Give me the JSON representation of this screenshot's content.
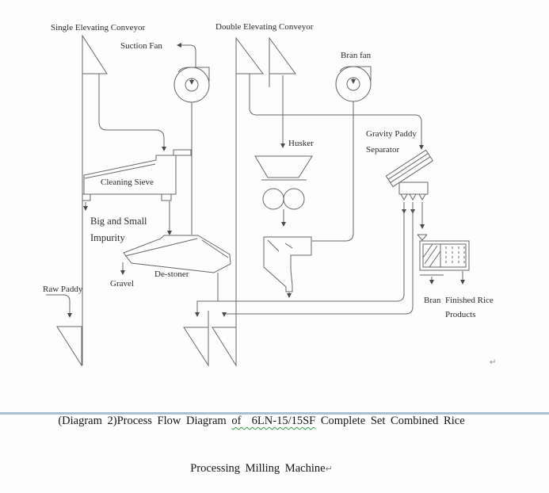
{
  "diagram": {
    "labels": {
      "single_conveyor": "Single Elevating Conveyor",
      "suction_fan": "Suction Fan",
      "double_conveyor": "Double Elevating Conveyor",
      "bran_fan": "Bran fan",
      "gravity_paddy_line1": "Gravity Paddy",
      "gravity_paddy_line2": "Separator",
      "cleaning_sieve": "Cleaning Sieve",
      "impurity_line1": "Big and Small",
      "impurity_line2": "Impurity",
      "raw_paddy": "Raw Paddy",
      "gravel": "Gravel",
      "destoner": "De-stoner",
      "husker": "Husker",
      "bran": "Bran",
      "finished_line1": "Finished Rice",
      "finished_line2": "Products",
      "paragraph_mark": "↵"
    },
    "caption": {
      "line1_pre": "(Diagram 2)Process Flow Diagram ",
      "line1_underlined": "of  6LN-15/15SF",
      "line1_post": " Complete Set Combined Rice",
      "line2": "Processing Milling Machine",
      "paragraph_mark": "↵"
    },
    "colors": {
      "line": "#686868",
      "text": "#2b2b2b",
      "caption": "#161616",
      "squiggle": "#2f9e44",
      "bottombar": "#a6c0d4",
      "bg": "#fdfdfd"
    }
  }
}
